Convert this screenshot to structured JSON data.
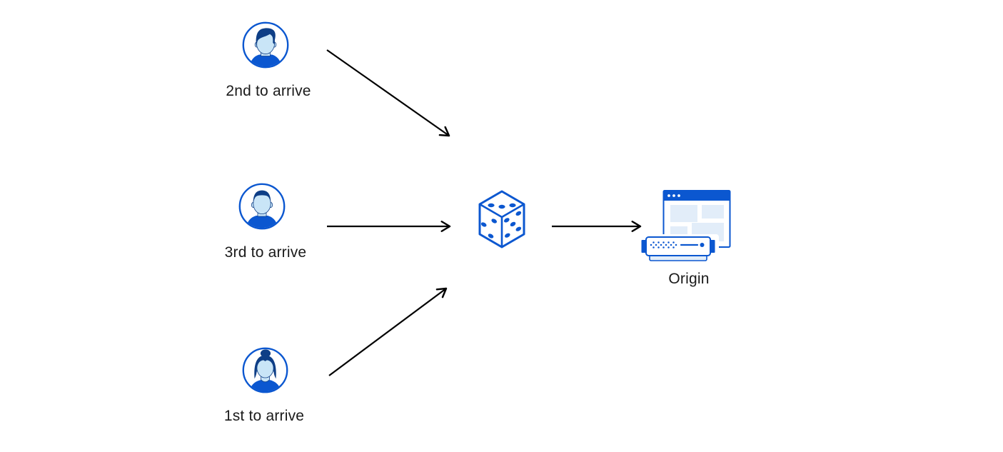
{
  "diagram": {
    "clients": [
      {
        "id": "client-2nd",
        "label": "2nd to arrive",
        "icon": "user-man-quiff-avatar-icon"
      },
      {
        "id": "client-3rd",
        "label": "3rd to arrive",
        "icon": "user-man-short-hair-avatar-icon"
      },
      {
        "id": "client-1st",
        "label": "1st to arrive",
        "icon": "user-woman-bun-avatar-icon"
      }
    ],
    "selector": {
      "id": "dice",
      "icon": "dice-icon",
      "pips": {
        "top_face": 3,
        "left_face": 3,
        "right_face": 5
      }
    },
    "origin": {
      "id": "origin",
      "label": "Origin",
      "icon": "origin-server-browser-window-icon"
    },
    "edges": [
      {
        "from": "client-2nd",
        "to": "dice"
      },
      {
        "from": "client-3rd",
        "to": "dice"
      },
      {
        "from": "client-1st",
        "to": "dice"
      },
      {
        "from": "dice",
        "to": "origin"
      }
    ],
    "colors": {
      "primary_blue": "#0b57d0",
      "dark_navy": "#0e3e86",
      "face_light_blue": "#c9e5f7",
      "panel_light_blue": "#e2edf9",
      "arrow_black": "#000000",
      "text_dark": "#1a1a1a"
    }
  }
}
